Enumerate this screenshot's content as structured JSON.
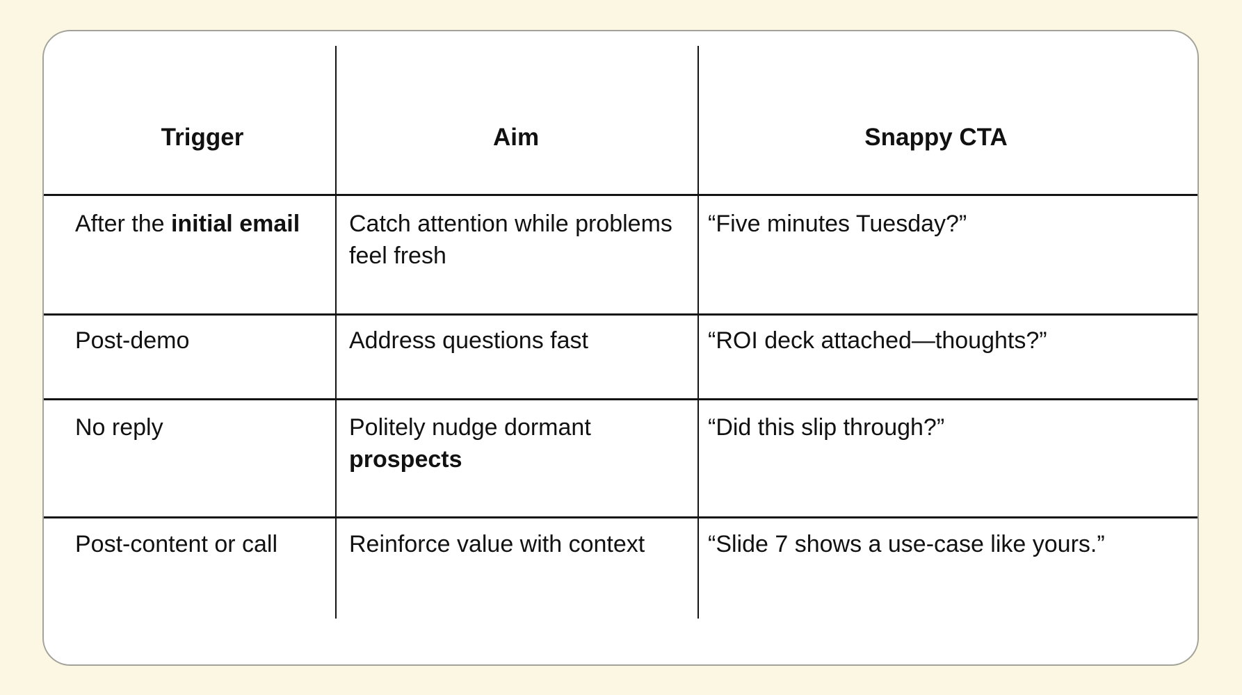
{
  "page": {
    "background_color": "#FBF7E3"
  },
  "card": {
    "background_color": "#FFFFFF",
    "border_color": "#A3A29A",
    "grid_line_color": "#131313",
    "text_color": "#111111"
  },
  "table": {
    "headers": [
      {
        "label": "Trigger"
      },
      {
        "label": "Aim"
      },
      {
        "label": "Snappy CTA"
      }
    ],
    "rows": [
      {
        "trigger_text": "After the ",
        "trigger_bold": "initial email",
        "aim_text": "Catch attention while problems feel fresh",
        "aim_bold": "",
        "cta": "“Five minutes Tuesday?”"
      },
      {
        "trigger_text": "Post-demo",
        "trigger_bold": "",
        "aim_text": "Address questions fast",
        "aim_bold": "",
        "cta": "“ROI deck attached—thoughts?”"
      },
      {
        "trigger_text": "No reply",
        "trigger_bold": "",
        "aim_text": "Politely nudge dormant ",
        "aim_bold": "prospects",
        "cta": "“Did this slip through?”"
      },
      {
        "trigger_text": "Post-content or call",
        "trigger_bold": "",
        "aim_text": "Reinforce value with context",
        "aim_bold": "",
        "cta": "“Slide 7 shows a use-case like yours.”"
      }
    ]
  }
}
